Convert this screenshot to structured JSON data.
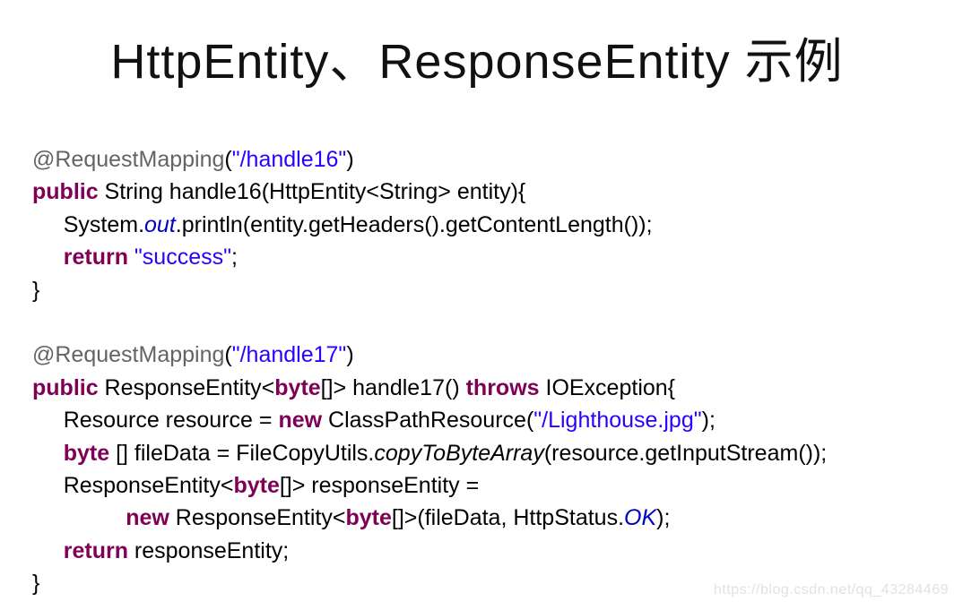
{
  "title": "HttpEntity、ResponseEntity 示例",
  "watermark": "https://blog.csdn.net/qq_43284469",
  "colors": {
    "title": "#111111",
    "plain": "#000000",
    "keyword": "#7f0055",
    "string": "#2a00ff",
    "annotation": "#646464",
    "static_field": "#0000c0",
    "static_method": "#000000",
    "watermark": "#e2e2e2"
  },
  "code": {
    "language": "java",
    "lines": [
      {
        "segments": [
          {
            "type": "annotation",
            "text": "@RequestMapping"
          },
          {
            "type": "plain",
            "text": "("
          },
          {
            "type": "string",
            "text": "\"/handle16\""
          },
          {
            "type": "plain",
            "text": ")"
          }
        ]
      },
      {
        "segments": [
          {
            "type": "keyword",
            "text": "public"
          },
          {
            "type": "plain",
            "text": " String handle16(HttpEntity<String> entity){"
          }
        ]
      },
      {
        "segments": [
          {
            "type": "plain",
            "text": "     System."
          },
          {
            "type": "static_field",
            "text": "out"
          },
          {
            "type": "plain",
            "text": ".println(entity.getHeaders().getContentLength());"
          }
        ]
      },
      {
        "segments": [
          {
            "type": "plain",
            "text": "     "
          },
          {
            "type": "keyword",
            "text": "return"
          },
          {
            "type": "plain",
            "text": " "
          },
          {
            "type": "string",
            "text": "\"success\""
          },
          {
            "type": "plain",
            "text": ";"
          }
        ]
      },
      {
        "segments": [
          {
            "type": "plain",
            "text": "}"
          }
        ]
      },
      {
        "segments": []
      },
      {
        "segments": [
          {
            "type": "annotation",
            "text": "@RequestMapping"
          },
          {
            "type": "plain",
            "text": "("
          },
          {
            "type": "string",
            "text": "\"/handle17\""
          },
          {
            "type": "plain",
            "text": ")"
          }
        ]
      },
      {
        "segments": [
          {
            "type": "keyword",
            "text": "public"
          },
          {
            "type": "plain",
            "text": " ResponseEntity<"
          },
          {
            "type": "keyword",
            "text": "byte"
          },
          {
            "type": "plain",
            "text": "[]> handle17() "
          },
          {
            "type": "keyword",
            "text": "throws"
          },
          {
            "type": "plain",
            "text": " IOException{"
          }
        ]
      },
      {
        "segments": [
          {
            "type": "plain",
            "text": "     Resource resource = "
          },
          {
            "type": "keyword",
            "text": "new"
          },
          {
            "type": "plain",
            "text": " ClassPathResource("
          },
          {
            "type": "string",
            "text": "\"/Lighthouse.jpg\""
          },
          {
            "type": "plain",
            "text": ");"
          }
        ]
      },
      {
        "segments": [
          {
            "type": "plain",
            "text": "     "
          },
          {
            "type": "keyword",
            "text": "byte"
          },
          {
            "type": "plain",
            "text": " [] fileData = FileCopyUtils."
          },
          {
            "type": "static_method",
            "text": "copyToByteArray"
          },
          {
            "type": "plain",
            "text": "(resource.getInputStream());"
          }
        ]
      },
      {
        "segments": [
          {
            "type": "plain",
            "text": "     ResponseEntity<"
          },
          {
            "type": "keyword",
            "text": "byte"
          },
          {
            "type": "plain",
            "text": "[]> responseEntity ="
          }
        ]
      },
      {
        "segments": [
          {
            "type": "plain",
            "text": "               "
          },
          {
            "type": "keyword",
            "text": "new"
          },
          {
            "type": "plain",
            "text": " ResponseEntity<"
          },
          {
            "type": "keyword",
            "text": "byte"
          },
          {
            "type": "plain",
            "text": "[]>(fileData, HttpStatus."
          },
          {
            "type": "static_field",
            "text": "OK"
          },
          {
            "type": "plain",
            "text": ");"
          }
        ]
      },
      {
        "segments": [
          {
            "type": "plain",
            "text": "     "
          },
          {
            "type": "keyword",
            "text": "return"
          },
          {
            "type": "plain",
            "text": " responseEntity;"
          }
        ]
      },
      {
        "segments": [
          {
            "type": "plain",
            "text": "}"
          }
        ]
      }
    ]
  }
}
